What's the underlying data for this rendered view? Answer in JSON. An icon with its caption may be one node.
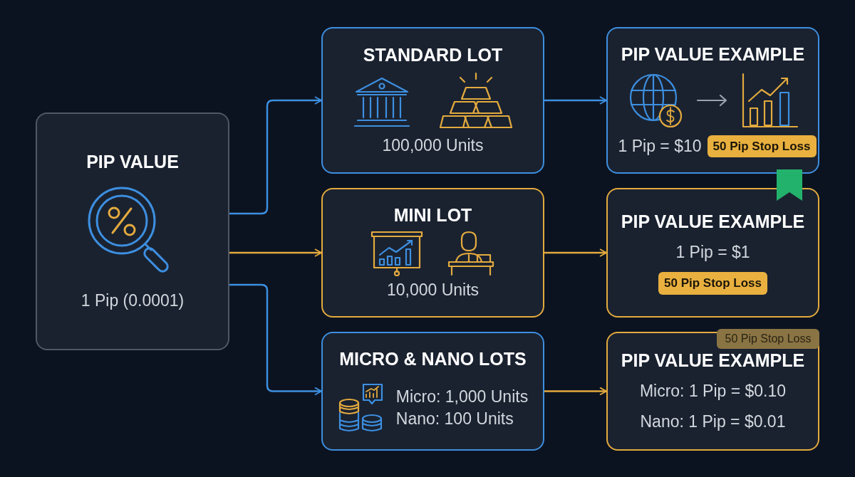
{
  "diagram": {
    "nodes": [
      {
        "text": [
          "PIP VALUE",
          "1 Pip (0.0001)"
        ]
      },
      {
        "text": [
          "STANDARD LOT",
          "100,000 Units"
        ]
      },
      {
        "text": [
          "MINI LOT",
          "10,000 Units"
        ]
      },
      {
        "text": [
          "MICRO & NANO LOTS",
          "Micro: 1,000 Units",
          "Nano: 100 Units"
        ]
      },
      {
        "text": [
          "PIP VALUE EXAMPLE",
          "1 Pip = $10"
        ]
      },
      {
        "text": [
          "50 Pip Stop Loss"
        ],
        "in": 4
      },
      {
        "text": [
          "PIP VALUE EXAMPLE",
          "1 Pip = $1"
        ]
      },
      {
        "text": [
          "50 Pip Stop Loss"
        ],
        "in": 6
      },
      {
        "text": [
          "PIP VALUE EXAMPLE",
          "Micro: 1 Pip = $0.10",
          "Nano: 1 Pip = $0.01"
        ]
      },
      {
        "text": [
          "50 Pip Stop Loss"
        ]
      }
    ],
    "edges": [
      {
        "from": 0,
        "to": 1,
        "arrow": "to",
        "color": "#3d8fe0"
      },
      {
        "from": 0,
        "to": 2,
        "arrow": "to",
        "color": "#e3aa3e"
      },
      {
        "from": 0,
        "to": 3,
        "arrow": "to",
        "color": "#3d8fe0"
      },
      {
        "from": 1,
        "to": 4,
        "arrow": "to",
        "color": "#3d8fe0"
      },
      {
        "from": 2,
        "to": 6,
        "arrow": "to",
        "color": "#e3aa3e"
      },
      {
        "from": 3,
        "to": 8,
        "arrow": "to",
        "color": "#e3aa3e"
      }
    ]
  }
}
